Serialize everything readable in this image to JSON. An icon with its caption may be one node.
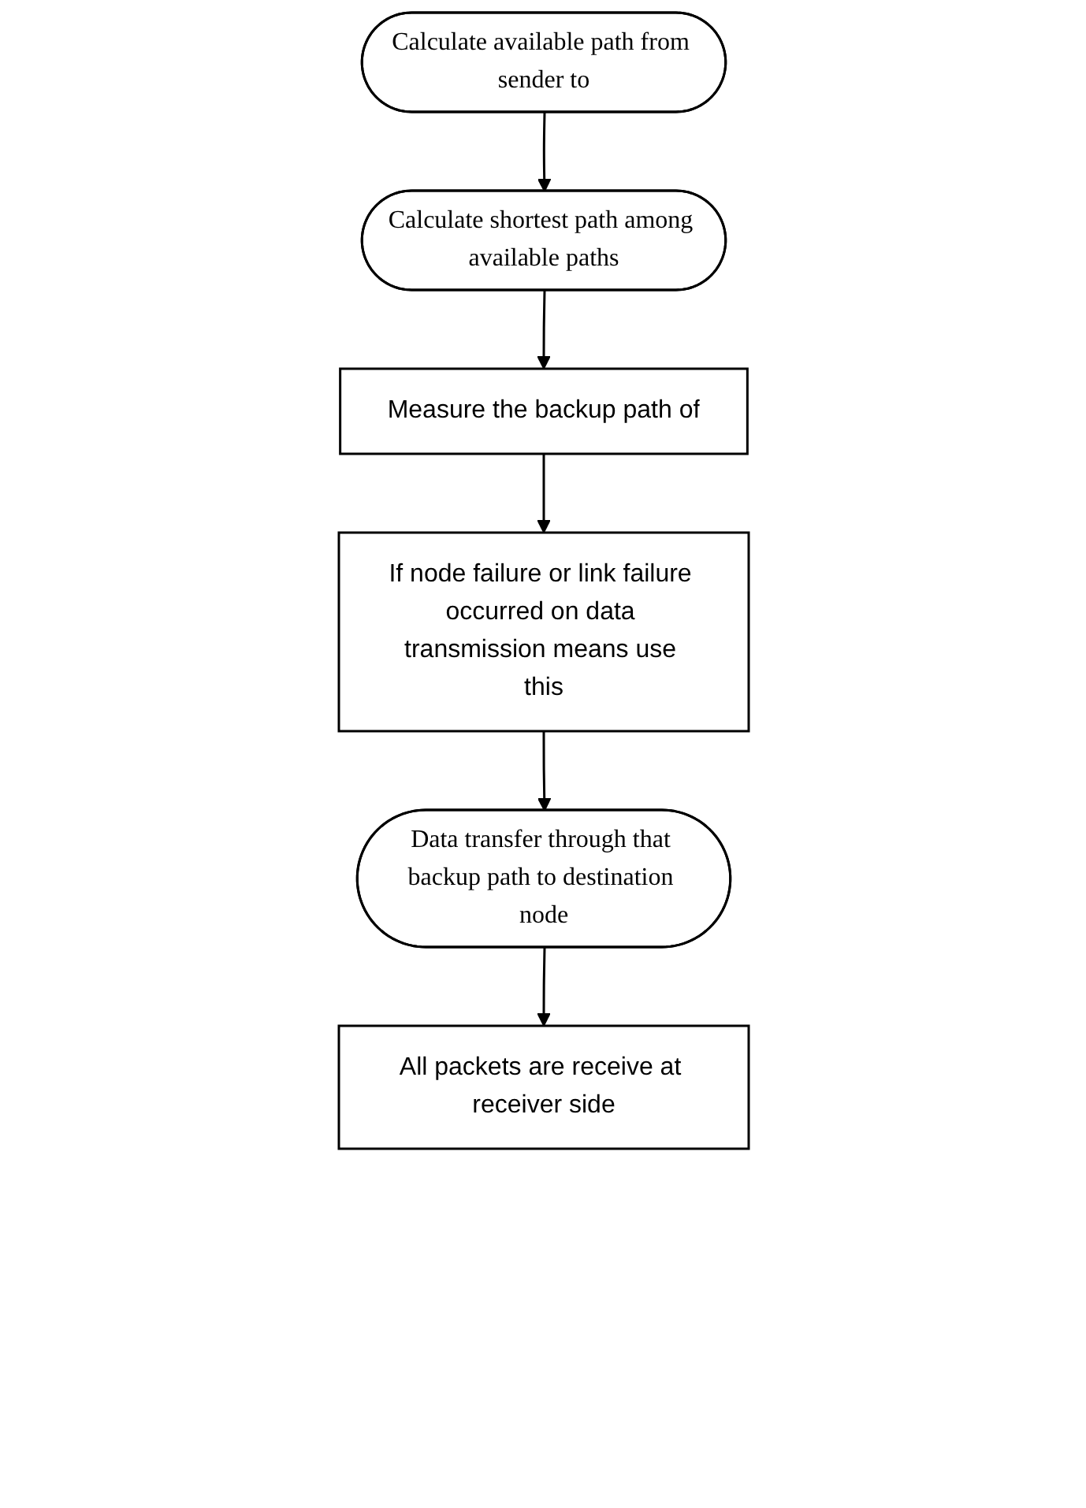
{
  "diagram": {
    "nodes": [
      {
        "text": [
          "Calculate available path from sender to"
        ]
      },
      {
        "text": [
          "Calculate shortest path among available paths"
        ]
      },
      {
        "text": [
          "Measure the backup path of"
        ]
      },
      {
        "text": [
          "If node failure or link failure occurred on data transmission means use this"
        ]
      },
      {
        "text": [
          "Data transfer through that backup path to destination node"
        ]
      },
      {
        "text": [
          "All packets are receive at receiver side"
        ]
      }
    ],
    "edges": [
      {
        "from": 0,
        "to": 1,
        "arrow": "to"
      },
      {
        "from": 1,
        "to": 2,
        "arrow": "to"
      },
      {
        "from": 2,
        "to": 3,
        "arrow": "to"
      },
      {
        "from": 3,
        "to": 4,
        "arrow": "to"
      },
      {
        "from": 4,
        "to": 5,
        "arrow": "to"
      }
    ]
  }
}
